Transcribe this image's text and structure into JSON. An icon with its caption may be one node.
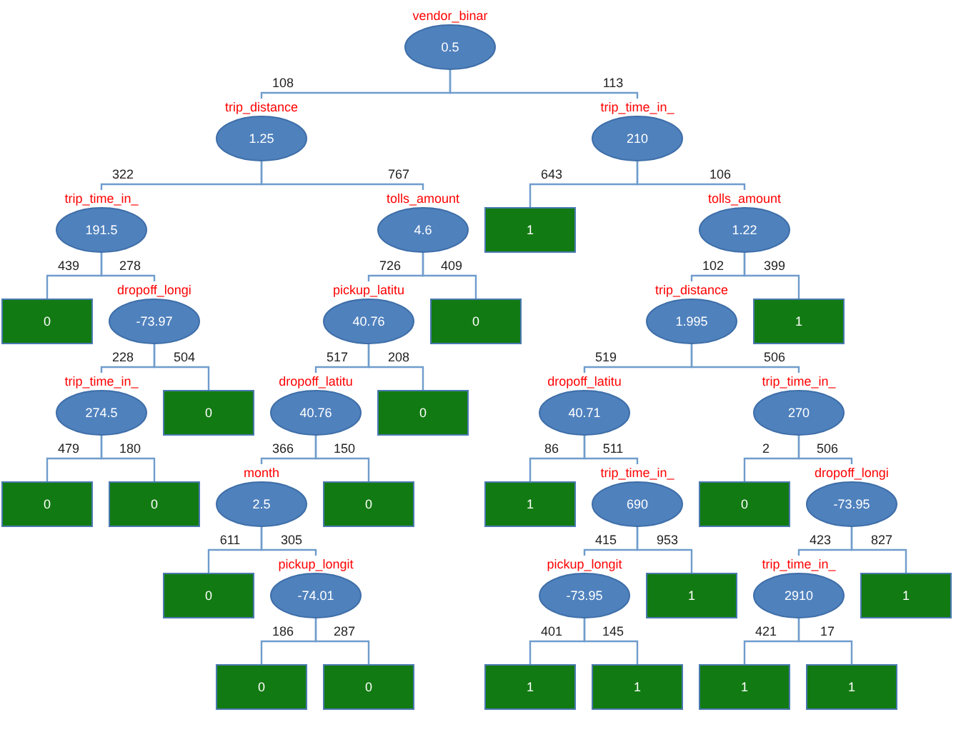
{
  "diagram": {
    "nodes": [
      {
        "text": [
          "vendor_binar",
          "0.5"
        ]
      },
      {
        "text": [
          "trip_distance",
          "1.25"
        ]
      },
      {
        "text": [
          "trip_time_in_",
          "210"
        ]
      },
      {
        "text": [
          "trip_time_in_",
          "191.5"
        ]
      },
      {
        "text": [
          "tolls_amount",
          "4.6"
        ]
      },
      {
        "text": [
          "1"
        ]
      },
      {
        "text": [
          "tolls_amount",
          "1.22"
        ]
      },
      {
        "text": [
          "0"
        ]
      },
      {
        "text": [
          "dropoff_longi",
          "-73.97"
        ]
      },
      {
        "text": [
          "pickup_latitu",
          "40.76"
        ]
      },
      {
        "text": [
          "0"
        ]
      },
      {
        "text": [
          "trip_distance",
          "1.995"
        ]
      },
      {
        "text": [
          "1"
        ]
      },
      {
        "text": [
          "trip_time_in_",
          "274.5"
        ]
      },
      {
        "text": [
          "0"
        ]
      },
      {
        "text": [
          "dropoff_latitu",
          "40.76"
        ]
      },
      {
        "text": [
          "0"
        ]
      },
      {
        "text": [
          "dropoff_latitu",
          "40.71"
        ]
      },
      {
        "text": [
          "trip_time_in_",
          "270"
        ]
      },
      {
        "text": [
          "0"
        ]
      },
      {
        "text": [
          "0"
        ]
      },
      {
        "text": [
          "month",
          "2.5"
        ]
      },
      {
        "text": [
          "0"
        ]
      },
      {
        "text": [
          "1"
        ]
      },
      {
        "text": [
          "trip_time_in_",
          "690"
        ]
      },
      {
        "text": [
          "0"
        ]
      },
      {
        "text": [
          "dropoff_longi",
          "-73.95"
        ]
      },
      {
        "text": [
          "0"
        ]
      },
      {
        "text": [
          "pickup_longit",
          "-74.01"
        ]
      },
      {
        "text": [
          "pickup_longit",
          "-73.95"
        ]
      },
      {
        "text": [
          "1"
        ]
      },
      {
        "text": [
          "trip_time_in_",
          "2910"
        ]
      },
      {
        "text": [
          "1"
        ]
      },
      {
        "text": [
          "0"
        ]
      },
      {
        "text": [
          "0"
        ]
      },
      {
        "text": [
          "1"
        ]
      },
      {
        "text": [
          "1"
        ]
      },
      {
        "text": [
          "1"
        ]
      },
      {
        "text": [
          "1"
        ]
      }
    ],
    "edges": [
      {
        "from": 0,
        "to": 1,
        "arrow": "none",
        "label": "108"
      },
      {
        "from": 0,
        "to": 2,
        "arrow": "none",
        "label": "113"
      },
      {
        "from": 1,
        "to": 3,
        "arrow": "none",
        "label": "322"
      },
      {
        "from": 1,
        "to": 4,
        "arrow": "none",
        "label": "767"
      },
      {
        "from": 2,
        "to": 5,
        "arrow": "none",
        "label": "643"
      },
      {
        "from": 2,
        "to": 6,
        "arrow": "none",
        "label": "106"
      },
      {
        "from": 3,
        "to": 7,
        "arrow": "none",
        "label": "439"
      },
      {
        "from": 3,
        "to": 8,
        "arrow": "none",
        "label": "278"
      },
      {
        "from": 4,
        "to": 9,
        "arrow": "none",
        "label": "726"
      },
      {
        "from": 4,
        "to": 10,
        "arrow": "none",
        "label": "409"
      },
      {
        "from": 6,
        "to": 11,
        "arrow": "none",
        "label": "102"
      },
      {
        "from": 6,
        "to": 12,
        "arrow": "none",
        "label": "399"
      },
      {
        "from": 8,
        "to": 13,
        "arrow": "none",
        "label": "228"
      },
      {
        "from": 8,
        "to": 14,
        "arrow": "none",
        "label": "504"
      },
      {
        "from": 9,
        "to": 15,
        "arrow": "none",
        "label": "517"
      },
      {
        "from": 9,
        "to": 16,
        "arrow": "none",
        "label": "208"
      },
      {
        "from": 11,
        "to": 17,
        "arrow": "none",
        "label": "519"
      },
      {
        "from": 11,
        "to": 18,
        "arrow": "none",
        "label": "506"
      },
      {
        "from": 13,
        "to": 19,
        "arrow": "none",
        "label": "479"
      },
      {
        "from": 13,
        "to": 20,
        "arrow": "none",
        "label": "180"
      },
      {
        "from": 15,
        "to": 21,
        "arrow": "none",
        "label": "366"
      },
      {
        "from": 15,
        "to": 22,
        "arrow": "none",
        "label": "150"
      },
      {
        "from": 17,
        "to": 23,
        "arrow": "none",
        "label": "86"
      },
      {
        "from": 17,
        "to": 24,
        "arrow": "none",
        "label": "511"
      },
      {
        "from": 18,
        "to": 25,
        "arrow": "none",
        "label": "2"
      },
      {
        "from": 18,
        "to": 26,
        "arrow": "none",
        "label": "506"
      },
      {
        "from": 21,
        "to": 27,
        "arrow": "none",
        "label": "611"
      },
      {
        "from": 21,
        "to": 28,
        "arrow": "none",
        "label": "305"
      },
      {
        "from": 24,
        "to": 29,
        "arrow": "none",
        "label": "415"
      },
      {
        "from": 24,
        "to": 30,
        "arrow": "none",
        "label": "953"
      },
      {
        "from": 26,
        "to": 31,
        "arrow": "none",
        "label": "423"
      },
      {
        "from": 26,
        "to": 32,
        "arrow": "none",
        "label": "827"
      },
      {
        "from": 28,
        "to": 33,
        "arrow": "none",
        "label": "186"
      },
      {
        "from": 28,
        "to": 34,
        "arrow": "none",
        "label": "287"
      },
      {
        "from": 29,
        "to": 35,
        "arrow": "none",
        "label": "401"
      },
      {
        "from": 29,
        "to": 36,
        "arrow": "none",
        "label": "145"
      },
      {
        "from": 31,
        "to": 37,
        "arrow": "none",
        "label": "421"
      },
      {
        "from": 31,
        "to": 38,
        "arrow": "none",
        "label": "17"
      }
    ]
  }
}
